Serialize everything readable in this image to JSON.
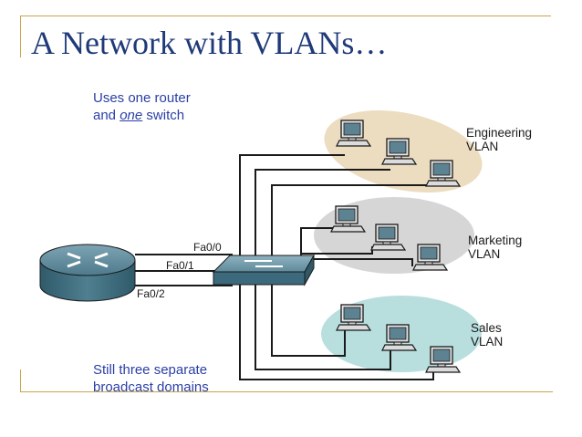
{
  "title": "A Network with VLANs…",
  "note_top": {
    "line1": "Uses one router",
    "line2_pre": "and ",
    "line2_em": "one",
    "line2_post": " switch"
  },
  "note_bottom": {
    "line1": "Still three separate",
    "line2": "broadcast domains"
  },
  "vlans": {
    "engineering": {
      "line1": "Engineering",
      "line2": "VLAN",
      "color": "#ecdcc0"
    },
    "marketing": {
      "line1": "Marketing",
      "line2": "VLAN",
      "color": "#d6d6d6"
    },
    "sales": {
      "line1": "Sales",
      "line2": "VLAN",
      "color": "#b8dede"
    }
  },
  "ports": {
    "p0": "Fa0/0",
    "p1": "Fa0/1",
    "p2": "Fa0/2"
  }
}
